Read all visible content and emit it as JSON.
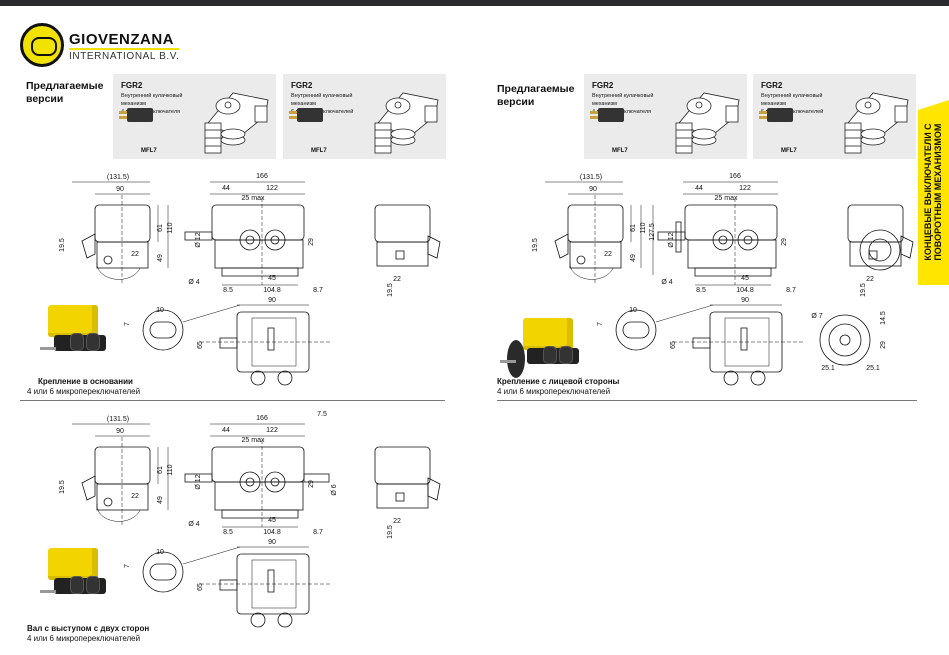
{
  "brand": {
    "name": "GIOVENZANA",
    "subtitle": "INTERNATIONAL B.V.",
    "logo_text": "giovenzana"
  },
  "side_tab": {
    "line1": "КОНЦЕВЫЕ ВЫКЛЮЧАТЕЛИ С",
    "line2": "ПОВОРОТНЫМ МЕХАНИЗМОМ"
  },
  "panels": [
    {
      "versions_title": "Предлагаемые версии",
      "products": [
        {
          "model": "FGR2",
          "desc": "Внутренний кулачковый механизм",
          "count": "4 микропереключателя",
          "switch_label": "MFL7"
        },
        {
          "model": "FGR2",
          "desc": "Внутренний кулачковый механизм",
          "count": "6 микропереключателей",
          "switch_label": "MFL7"
        }
      ],
      "caption_title": "Крепление в основании",
      "caption_sub": "4 или 6 микропереключателей",
      "dims": {
        "w131": "(131.5)",
        "w90": "90",
        "h61": "61",
        "h110": "110",
        "h49": "49",
        "h195": "19.5",
        "w22": "22",
        "w166": "166",
        "w44": "44",
        "w122": "122",
        "w25": "25 max",
        "d12": "Ø 12",
        "h29": "29",
        "d4": "Ø 4",
        "w45": "45",
        "w85": "8.5",
        "w1048": "104.8",
        "w87": "8.7",
        "bh195": "19.5",
        "bw22": "22",
        "s10": "10",
        "s7": "7",
        "t90": "90",
        "t65": "65"
      }
    },
    {
      "versions_title": "Предлагаемые версии",
      "products": [
        {
          "model": "FGR2",
          "desc": "Внутренний кулачковый механизм",
          "count": "4 микропереключателя",
          "switch_label": "MFL7"
        },
        {
          "model": "FGR2",
          "desc": "Внутренний кулачковый механизм",
          "count": "6 микропереключателей",
          "switch_label": "MFL7"
        }
      ],
      "caption_title": "Крепление с лицевой стороны",
      "caption_sub": "4 или 6 микропереключателей",
      "dims": {
        "w131": "(131.5)",
        "w90": "90",
        "h61": "61",
        "h110": "110",
        "h1275": "127.5",
        "h49": "49",
        "h195": "19.5",
        "w22": "22",
        "w166": "166",
        "w44": "44",
        "w122": "122",
        "w25": "25 max",
        "d12": "Ø 12",
        "h29": "29",
        "d4": "Ø 4",
        "w45": "45",
        "w85": "8.5",
        "w1048": "104.8",
        "w87": "8.7",
        "bh195": "19.5",
        "bw22": "22",
        "s10": "10",
        "s7": "7",
        "t90": "90",
        "t65": "65",
        "d7": "Ø 7",
        "f145": "14.5",
        "f29": "29",
        "f251a": "25.1",
        "f251b": "25.1"
      }
    },
    {
      "caption_title": "Вал с выступом с двух сторон",
      "caption_sub": "4 или 6 микропереключателей",
      "dims": {
        "w131": "(131.5)",
        "w90": "90",
        "h61": "61",
        "h110": "110",
        "h49": "49",
        "h195": "19.5",
        "w22": "22",
        "w166": "166",
        "w75": "7.5",
        "w44": "44",
        "w122": "122",
        "w25": "25 max",
        "d12": "Ø 12",
        "h29": "29",
        "d6": "Ø 6",
        "d4": "Ø 4",
        "w45": "45",
        "w85": "8.5",
        "w1048": "104.8",
        "w87": "8.7",
        "bh195": "19.5",
        "bw22": "22",
        "s10": "10",
        "s7": "7",
        "t90": "90",
        "t65": "65"
      }
    }
  ]
}
